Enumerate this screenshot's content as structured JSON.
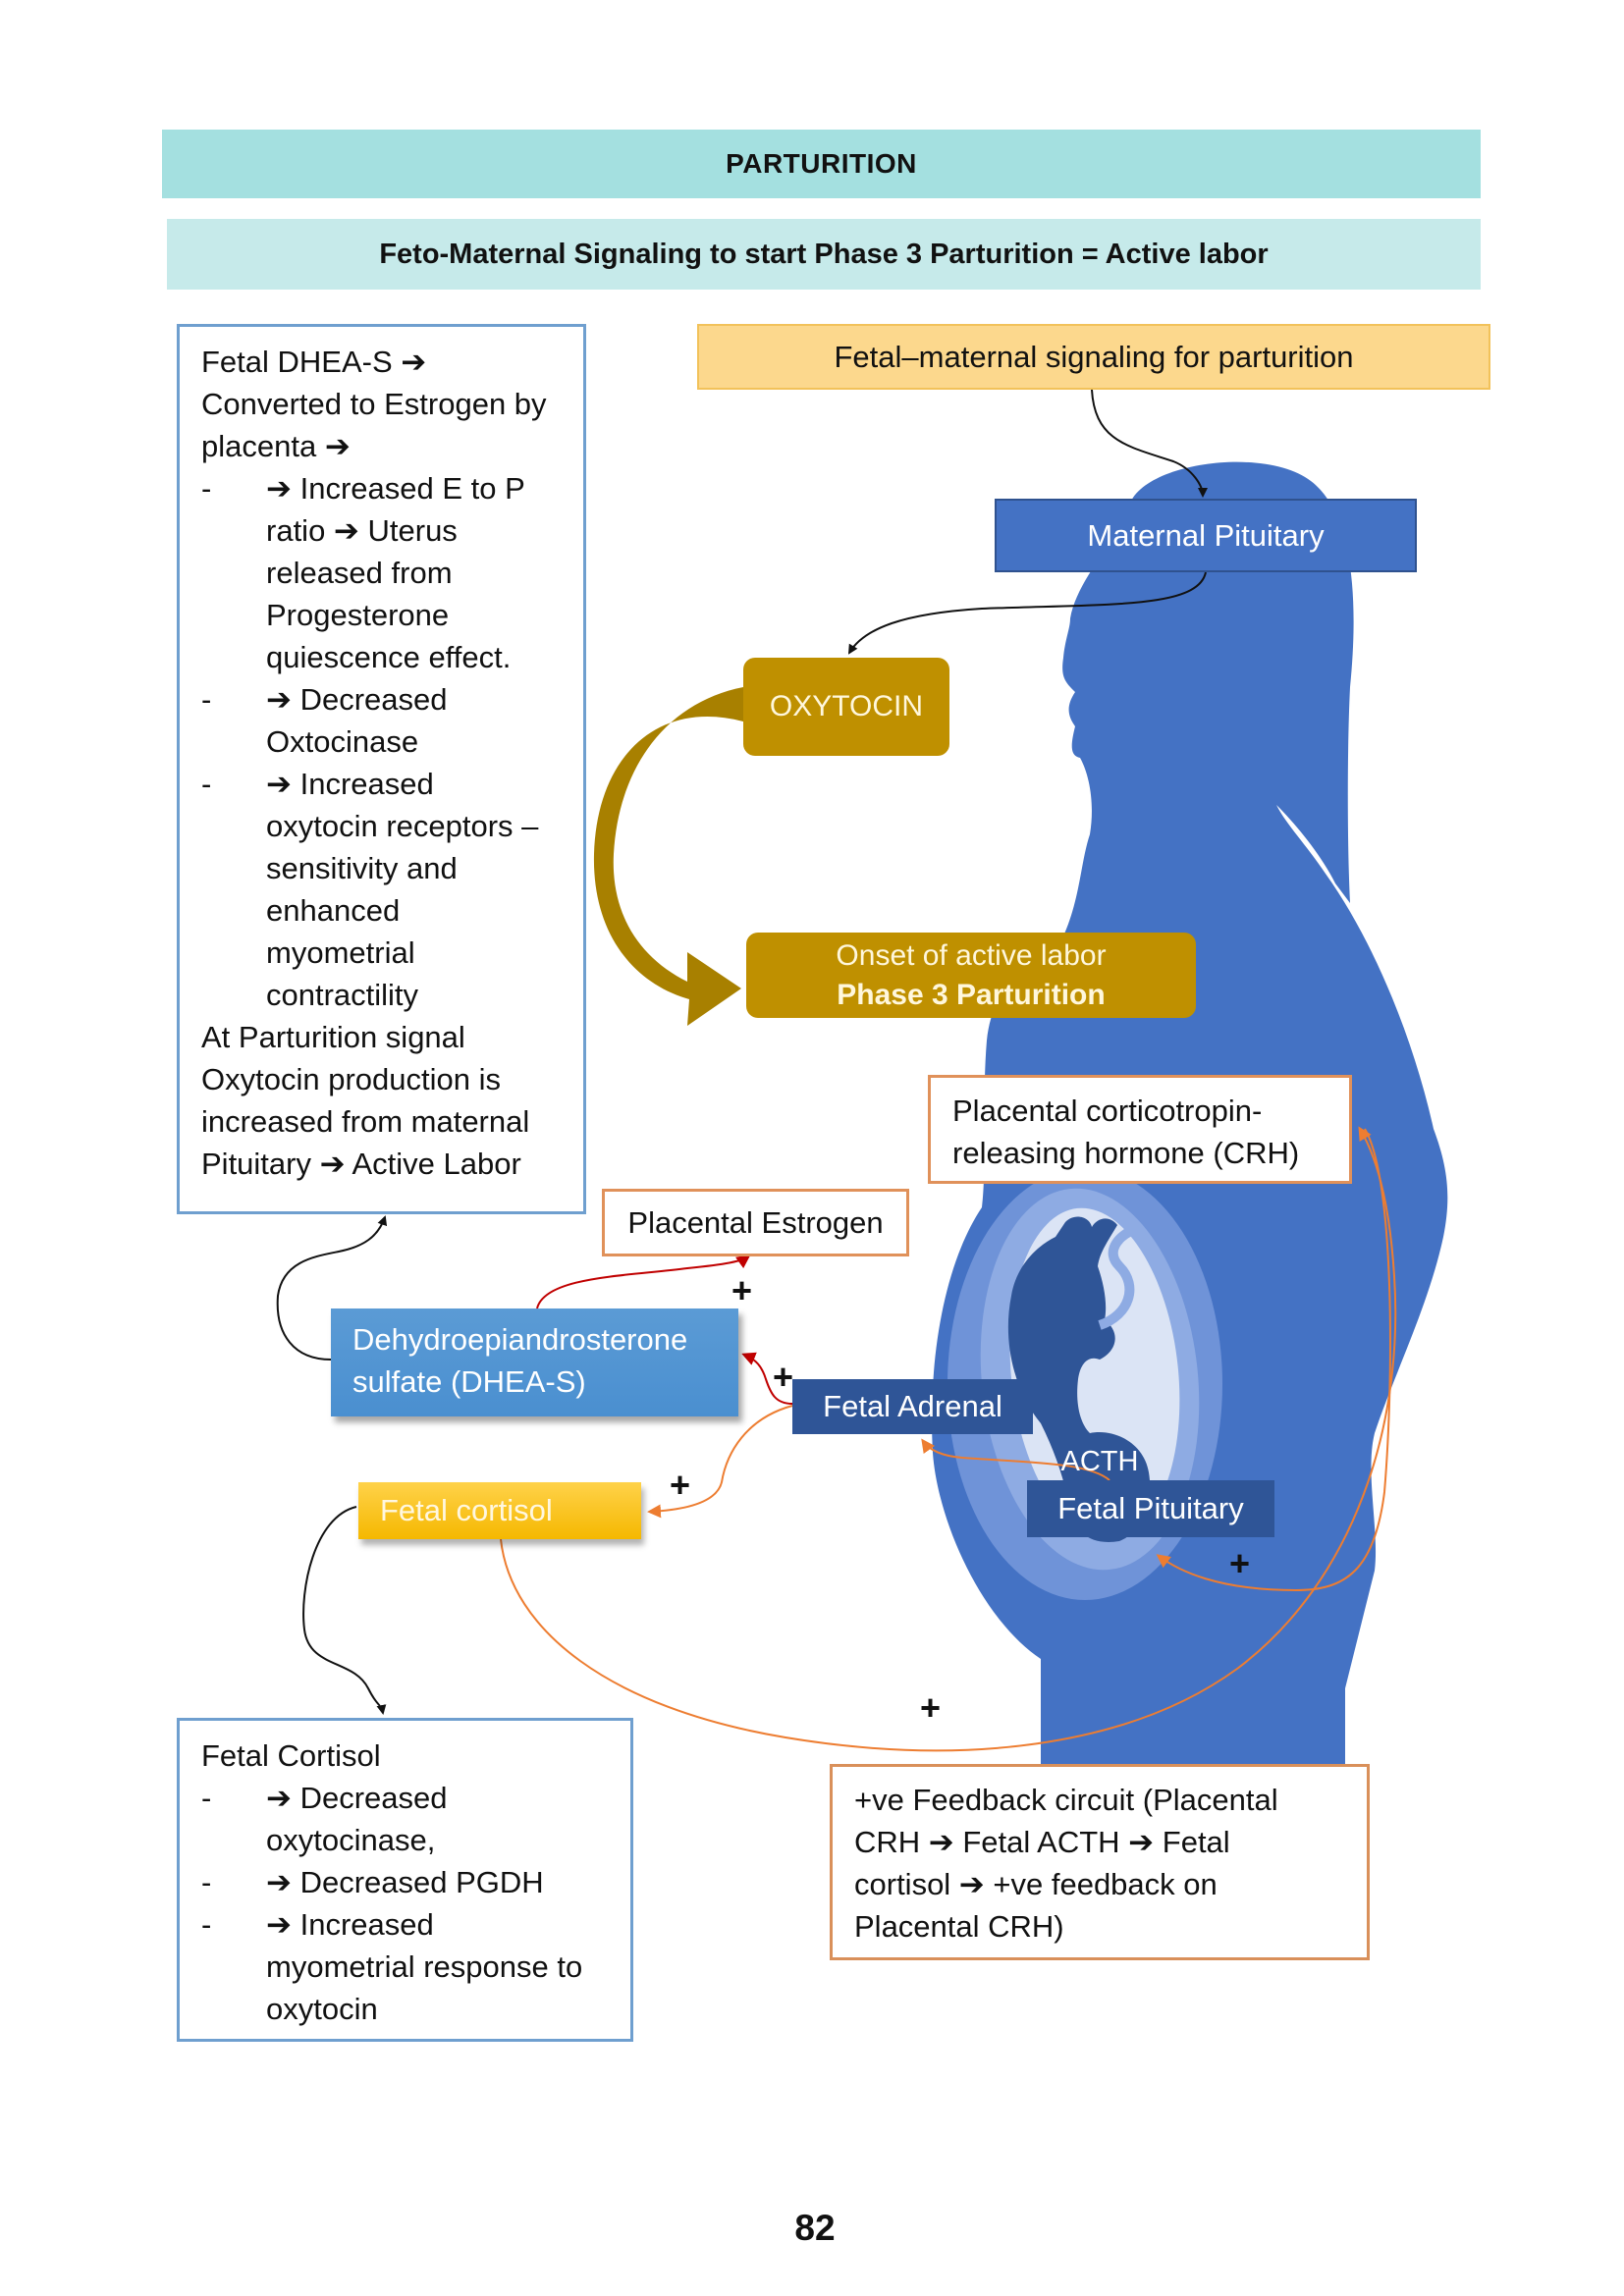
{
  "header": {
    "title": "PARTURITION",
    "subtitle": "Feto-Maternal Signaling to start Phase 3 Parturition = Active labor"
  },
  "left_box": {
    "intro": [
      "Fetal DHEA-S ➔",
      "Converted to Estrogen by",
      "placenta ➔"
    ],
    "bullets": [
      {
        "dash": "-",
        "lines": [
          "➔ Increased E to P",
          "ratio ➔ Uterus",
          "released from",
          "Progesterone",
          "quiescence effect."
        ]
      },
      {
        "dash": "-",
        "lines": [
          "➔ Decreased",
          "Oxtocinase"
        ]
      },
      {
        "dash": "-",
        "lines": [
          "➔ Increased",
          "oxytocin receptors –",
          "sensitivity and",
          "enhanced",
          "myometrial",
          "contractility"
        ]
      }
    ],
    "outro": [
      "At Parturition signal",
      "Oxytocin production is",
      "increased from maternal",
      "Pituitary ➔ Active Labor"
    ]
  },
  "diagram": {
    "signal_label": "Fetal–maternal signaling for parturition",
    "maternal_pituitary": "Maternal Pituitary",
    "oxytocin": "OXYTOCIN",
    "onset_line1": "Onset of active labor",
    "onset_line2": "Phase 3 Parturition",
    "crh_lines": [
      "Placental corticotropin-",
      "releasing hormone (CRH)"
    ],
    "placental_estrogen": "Placental Estrogen",
    "dhea_lines": [
      "Dehydroepiandrosterone",
      "sulfate (DHEA-S)"
    ],
    "fetal_adrenal": "Fetal Adrenal",
    "acth": "ACTH",
    "fetal_pituitary": "Fetal Pituitary",
    "fetal_cortisol": "Fetal cortisol",
    "plus_sign": "+"
  },
  "cortisol_box": {
    "title": "Fetal Cortisol",
    "bullets": [
      {
        "dash": "-",
        "lines": [
          "➔ Decreased",
          "oxytocinase,"
        ]
      },
      {
        "dash": "-",
        "lines": [
          "➔ Decreased PGDH"
        ]
      },
      {
        "dash": "-",
        "lines": [
          "➔ Increased",
          "myometrial response to",
          "oxytocin"
        ]
      }
    ]
  },
  "feedback_box": {
    "lines": [
      "+ve Feedback circuit (Placental",
      "CRH ➔ Fetal ACTH ➔ Fetal",
      "cortisol ➔ +ve feedback on",
      "Placental CRH)"
    ]
  },
  "colors": {
    "banner_main": "#a4e0e0",
    "banner_sub": "#c6eaea",
    "silhouette": "#4472c4",
    "gold": "#bf9000",
    "fetal_cortisol": "#ffc000",
    "box_border_blue": "#6f9fcf",
    "box_border_orange": "#e0915a",
    "arrow_orange": "#ed7d31",
    "arrow_red": "#c00000"
  },
  "page_number": "82"
}
